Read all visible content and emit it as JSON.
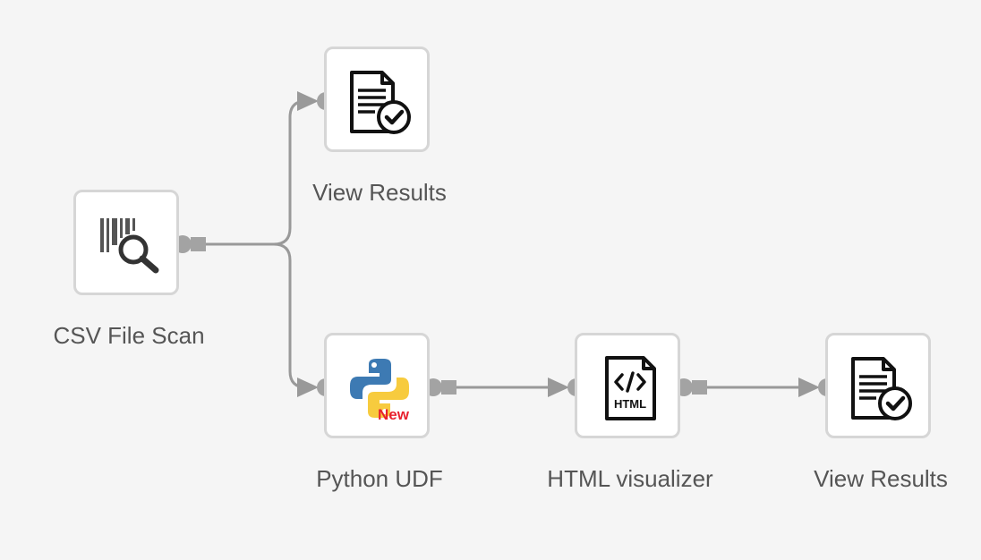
{
  "colors": {
    "background": "#f5f5f5",
    "node_border": "#d6d6d6",
    "edge": "#999999",
    "port": "#a3a3a3",
    "label": "#555555",
    "new_badge": "#e8212e",
    "python_blue": "#3d7ab3",
    "python_yellow": "#f7cb3e"
  },
  "nodes": [
    {
      "id": "csv-file-scan",
      "label": "CSV File Scan",
      "icon": "barcode-search-icon"
    },
    {
      "id": "view-results-1",
      "label": "View Results",
      "icon": "document-check-icon"
    },
    {
      "id": "python-udf",
      "label": "Python UDF",
      "icon": "python-icon",
      "badge": "New"
    },
    {
      "id": "html-visualizer",
      "label": "HTML visualizer",
      "icon": "html-file-icon",
      "icon_text": "HTML"
    },
    {
      "id": "view-results-2",
      "label": "View Results",
      "icon": "document-check-icon"
    }
  ],
  "edges": [
    {
      "from": "csv-file-scan",
      "to": "view-results-1"
    },
    {
      "from": "csv-file-scan",
      "to": "python-udf"
    },
    {
      "from": "python-udf",
      "to": "html-visualizer"
    },
    {
      "from": "html-visualizer",
      "to": "view-results-2"
    }
  ]
}
